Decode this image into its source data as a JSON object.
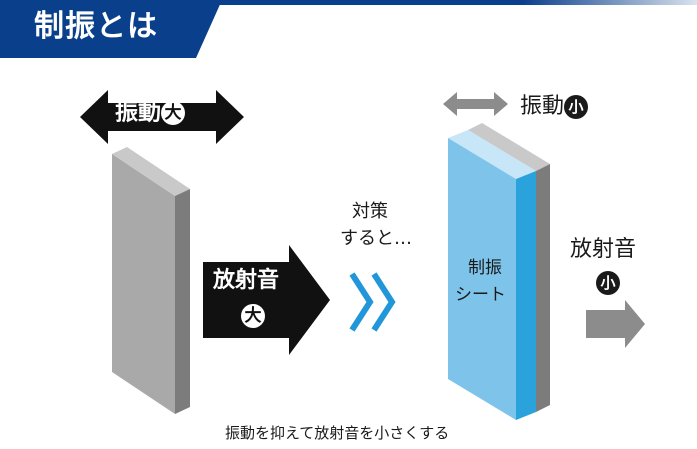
{
  "title": "制振とは",
  "left": {
    "vibration_label": "振動",
    "vibration_badge": "大",
    "sound_label": "放射音",
    "sound_badge": "大"
  },
  "middle": {
    "measure_line1": "対策",
    "measure_line2": "すると…"
  },
  "right": {
    "vibration_label": "振動",
    "vibration_badge": "小",
    "sheet_line1": "制振",
    "sheet_line2": "シート",
    "sound_label": "放射音",
    "sound_badge": "小"
  },
  "caption": "振動を抑えて放射音を小さくする",
  "colors": {
    "title_band": "#0a3f8c",
    "panel_front": "#a9a9a9",
    "panel_side": "#7c7c7c",
    "sheet_face": "#7ec4ea",
    "sheet_edge": "#2aa3dd",
    "chevron": "#2196d8",
    "small_arrow": "#8c8c8c"
  }
}
